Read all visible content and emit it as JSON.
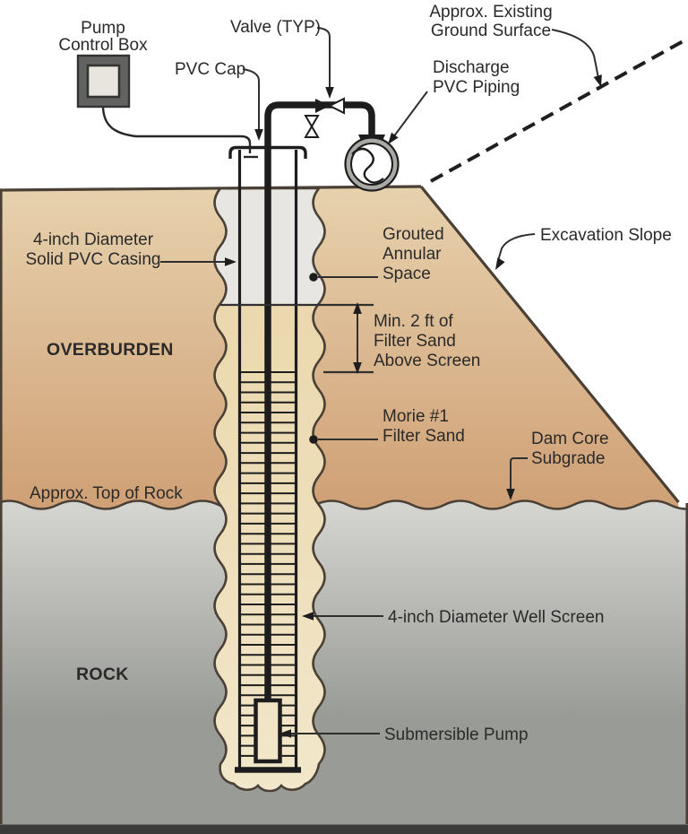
{
  "labels": {
    "pump_control_box": [
      "Pump",
      "Control Box"
    ],
    "valve": "Valve (TYP)",
    "pvc_cap": "PVC Cap",
    "existing_ground": [
      "Approx. Existing",
      "Ground Surface"
    ],
    "discharge_piping": [
      "Discharge",
      "PVC Piping"
    ],
    "solid_casing": [
      "4-inch Diameter",
      "Solid PVC Casing"
    ],
    "grouted_annular": [
      "Grouted",
      "Annular",
      "Space"
    ],
    "excavation_slope": "Excavation Slope",
    "min_filter_sand": [
      "Min. 2 ft of",
      "Filter Sand",
      "Above Screen"
    ],
    "overburden": "OVERBURDEN",
    "morie_filter_sand": [
      "Morie #1",
      "Filter Sand"
    ],
    "dam_core_subgrade": [
      "Dam Core",
      "Subgrade"
    ],
    "top_of_rock": "Approx. Top of Rock",
    "well_screen": "4-inch Diameter Well Screen",
    "rock": "ROCK",
    "submersible_pump": "Submersible Pump"
  },
  "colors": {
    "background": "#ffffff",
    "earth_top": "#e7d2ae",
    "earth_bottom": "#cf9f74",
    "sand_top": "#e9d4a6",
    "sand_bottom": "#f2e7ca",
    "grout": "#e8e6e2",
    "rock_top": "#d6d6d2",
    "rock_bottom": "#999b97",
    "outline": "#4a4036",
    "equipment": "#1d1d1d",
    "text": "#2a2a2a",
    "control_box": "#626260",
    "control_box_inner": "#e8e5df",
    "meter_ring": "#a9a9a6",
    "bottom_bar": "#3b3b39"
  }
}
